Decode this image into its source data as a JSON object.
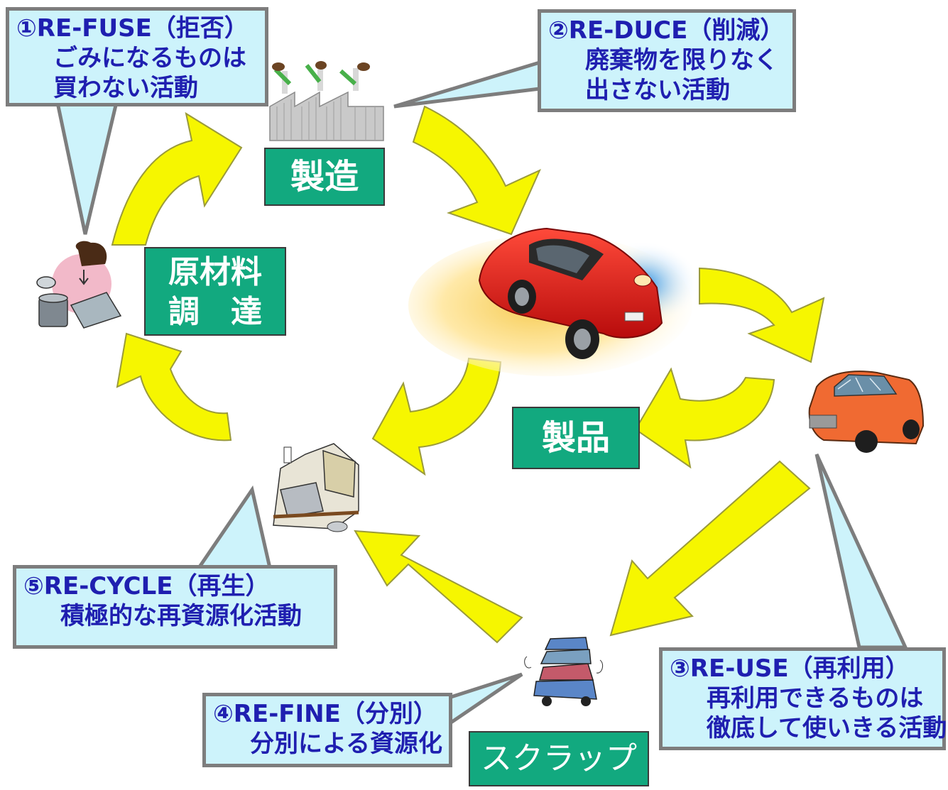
{
  "callouts": {
    "refuse": {
      "title": "①RE-FUSE（拒否）",
      "line1": "ごみになるものは",
      "line2": "買わない活動"
    },
    "reduce": {
      "title": "②RE-DUCE（削減）",
      "line1": "廃棄物を限りなく",
      "line2": "出さない活動"
    },
    "reuse": {
      "title": "③RE-USE（再利用）",
      "line1": "再利用できるものは",
      "line2": "徹底して使いきる活動"
    },
    "refine": {
      "title": "④RE-FINE（分別）",
      "line1": "分別による資源化"
    },
    "recycle": {
      "title": "⑤RE-CYCLE（再生）",
      "line1": "積極的な再資源化活動"
    }
  },
  "labels": {
    "manufacturing": "製造",
    "procurement_1": "原材料",
    "procurement_2": "調　達",
    "product": "製品",
    "scrap": "スクラップ"
  },
  "colors": {
    "callout_bg": "#cdf3fb",
    "callout_text": "#1f1fb0",
    "label_bg": "#12a97f",
    "arrow": "#f6f600",
    "car": "#e82020"
  },
  "icons": [
    "factory-icon",
    "trash-can-icon",
    "red-sports-car-image",
    "crashed-car-icon",
    "scrap-pile-icon",
    "stacked-cars-icon"
  ]
}
